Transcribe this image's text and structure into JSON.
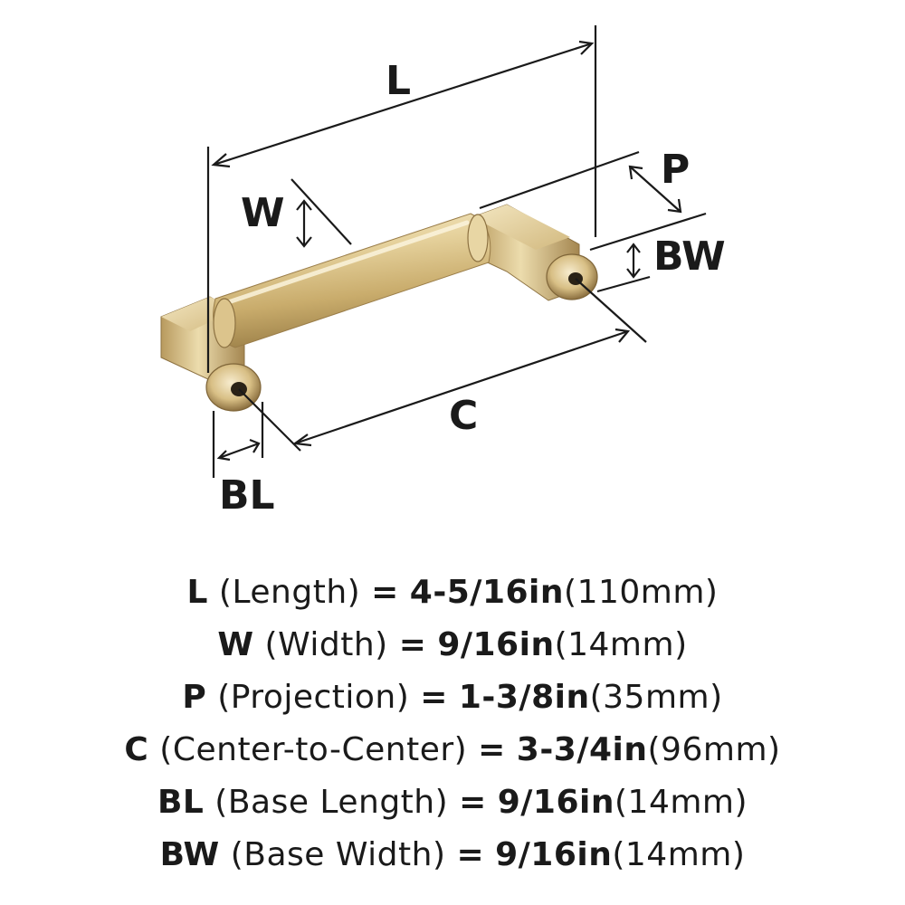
{
  "diagram": {
    "labels": {
      "L": "L",
      "W": "W",
      "P": "P",
      "BW": "BW",
      "C": "C",
      "BL": "BL"
    }
  },
  "specs": [
    {
      "code": "L",
      "name": "(Length)",
      "eq": "=",
      "imperial": "4-5/16in",
      "metric": "(110mm)"
    },
    {
      "code": "W",
      "name": "(Width)",
      "eq": "=",
      "imperial": "9/16in",
      "metric": "(14mm)"
    },
    {
      "code": "P",
      "name": "(Projection)",
      "eq": "=",
      "imperial": "1-3/8in",
      "metric": "(35mm)"
    },
    {
      "code": "C",
      "name": "(Center-to-Center)",
      "eq": "=",
      "imperial": "3-3/4in",
      "metric": "(96mm)"
    },
    {
      "code": "BL",
      "name": "(Base Length)",
      "eq": "=",
      "imperial": "9/16in",
      "metric": "(14mm)"
    },
    {
      "code": "BW",
      "name": "(Base Width)",
      "eq": "=",
      "imperial": "9/16in",
      "metric": "(14mm)"
    }
  ],
  "colors": {
    "brass_light": "#f1e2b8",
    "brass_mid": "#d6bf86",
    "brass_dark": "#8f7443",
    "ink": "#1a1a1a"
  }
}
